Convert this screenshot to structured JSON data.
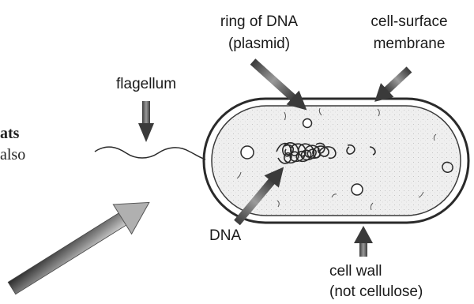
{
  "labels": {
    "ring_of_dna": "ring of DNA",
    "plasmid": "(plasmid)",
    "cell_surface": "cell-surface",
    "membrane": "membrane",
    "flagellum": "flagellum",
    "dna": "DNA",
    "cell_wall": "cell wall",
    "not_cellulose": "(not cellulose)"
  },
  "cropped_text": {
    "line1": "ats",
    "line2": "also"
  }
}
